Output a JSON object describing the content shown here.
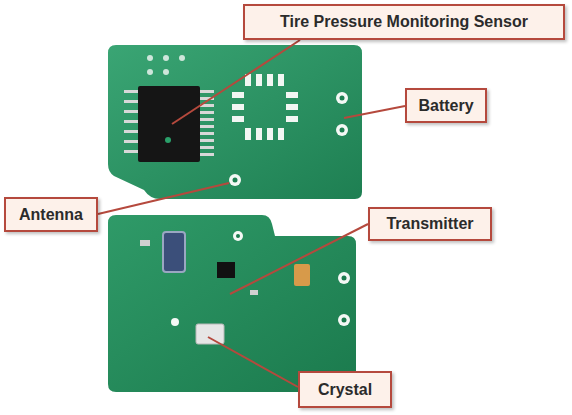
{
  "diagram": {
    "nodes": [
      {
        "text": [
          "Tire Pressure Monitoring Sensor"
        ]
      },
      {
        "text": [
          "Battery"
        ]
      },
      {
        "text": [
          "Antenna"
        ]
      },
      {
        "text": [
          "Transmitter"
        ]
      },
      {
        "text": [
          "Crystal"
        ]
      }
    ]
  }
}
